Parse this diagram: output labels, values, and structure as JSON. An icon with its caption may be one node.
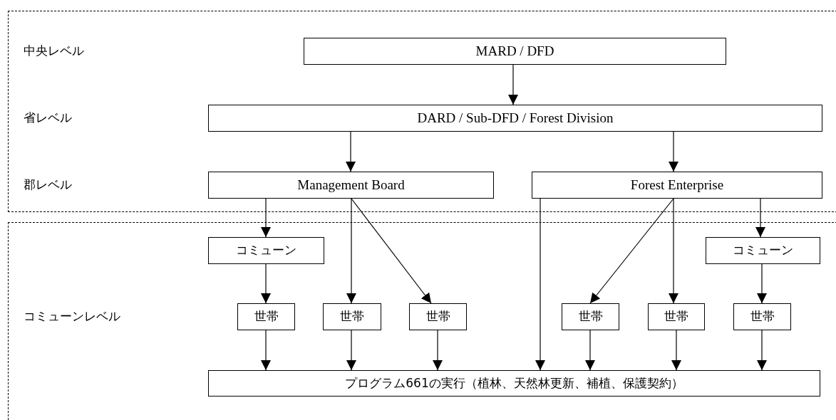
{
  "diagram": {
    "nodes": [
      {
        "text": [
          "中央レベル",
          "省レベル",
          "郡レベル"
        ]
      },
      {
        "text": [
          "MARD / DFD"
        ],
        "in": 0
      },
      {
        "text": [
          "DARD / Sub-DFD / Forest Division"
        ],
        "in": 0
      },
      {
        "text": [
          "Management Board"
        ],
        "in": 0
      },
      {
        "text": [
          "Forest Enterprise"
        ],
        "in": 0
      },
      {
        "text": [
          "コミューンレベル"
        ]
      },
      {
        "text": [
          "コミューン"
        ],
        "in": 5
      },
      {
        "text": [
          "コミューン"
        ],
        "in": 5
      },
      {
        "text": [
          "世帯"
        ],
        "in": 5
      },
      {
        "text": [
          "世帯"
        ],
        "in": 5
      },
      {
        "text": [
          "世帯"
        ],
        "in": 5
      },
      {
        "text": [
          "世帯"
        ],
        "in": 5
      },
      {
        "text": [
          "世帯"
        ],
        "in": 5
      },
      {
        "text": [
          "世帯"
        ],
        "in": 5
      },
      {
        "text": [
          "プログラム661の実行（植林、天然林更新、補植、保護契約）"
        ],
        "in": 5
      }
    ],
    "edges": [
      {
        "from": 1,
        "to": 2,
        "arrow": "to"
      },
      {
        "from": 2,
        "to": 3,
        "arrow": "to"
      },
      {
        "from": 2,
        "to": 4,
        "arrow": "to"
      },
      {
        "from": 3,
        "to": 6,
        "arrow": "to"
      },
      {
        "from": 3,
        "to": 9,
        "arrow": "to"
      },
      {
        "from": 3,
        "to": 10,
        "arrow": "to"
      },
      {
        "from": 4,
        "to": 14,
        "arrow": "to"
      },
      {
        "from": 4,
        "to": 11,
        "arrow": "to"
      },
      {
        "from": 4,
        "to": 12,
        "arrow": "to"
      },
      {
        "from": 4,
        "to": 7,
        "arrow": "to"
      },
      {
        "from": 6,
        "to": 8,
        "arrow": "to"
      },
      {
        "from": 7,
        "to": 13,
        "arrow": "to"
      },
      {
        "from": 8,
        "to": 14,
        "arrow": "to"
      },
      {
        "from": 9,
        "to": 14,
        "arrow": "to"
      },
      {
        "from": 10,
        "to": 14,
        "arrow": "to"
      },
      {
        "from": 11,
        "to": 14,
        "arrow": "to"
      },
      {
        "from": 12,
        "to": 14,
        "arrow": "to"
      },
      {
        "from": 13,
        "to": 14,
        "arrow": "to"
      }
    ]
  }
}
